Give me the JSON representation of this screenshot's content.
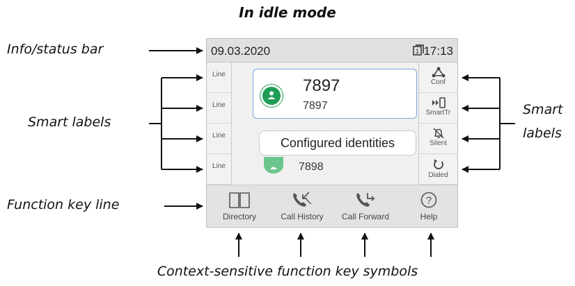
{
  "title": "In idle mode",
  "annotations": {
    "info_status_bar": "Info/status bar",
    "smart_labels_left": "Smart labels",
    "smart_labels_right_line1": "Smart",
    "smart_labels_right_line2": "labels",
    "function_key_line": "Function key line",
    "context_symbols": "Context-sensitive function key symbols"
  },
  "screen": {
    "status_bar": {
      "date": "09.03.2020",
      "time": "17:13",
      "line_indicator": "1"
    },
    "line_keys": [
      "Line",
      "Line",
      "Line",
      "Line"
    ],
    "identities": [
      {
        "number": "7897",
        "subnumber": "7897"
      },
      {
        "subnumber": "7898"
      }
    ],
    "tooltip": "Configured identities",
    "smart_keys": [
      {
        "label": "Conf",
        "icon": "conference-icon"
      },
      {
        "label": "SmartTr",
        "icon": "smart-transfer-icon"
      },
      {
        "label": "Silent",
        "icon": "bell-muted-icon"
      },
      {
        "label": "Dialed",
        "icon": "redial-icon"
      }
    ],
    "function_keys": [
      {
        "label": "Directory",
        "icon": "book-icon"
      },
      {
        "label": "Call History",
        "icon": "call-history-icon"
      },
      {
        "label": "Call Forward",
        "icon": "call-forward-icon"
      },
      {
        "label": "Help",
        "icon": "help-icon"
      }
    ]
  }
}
